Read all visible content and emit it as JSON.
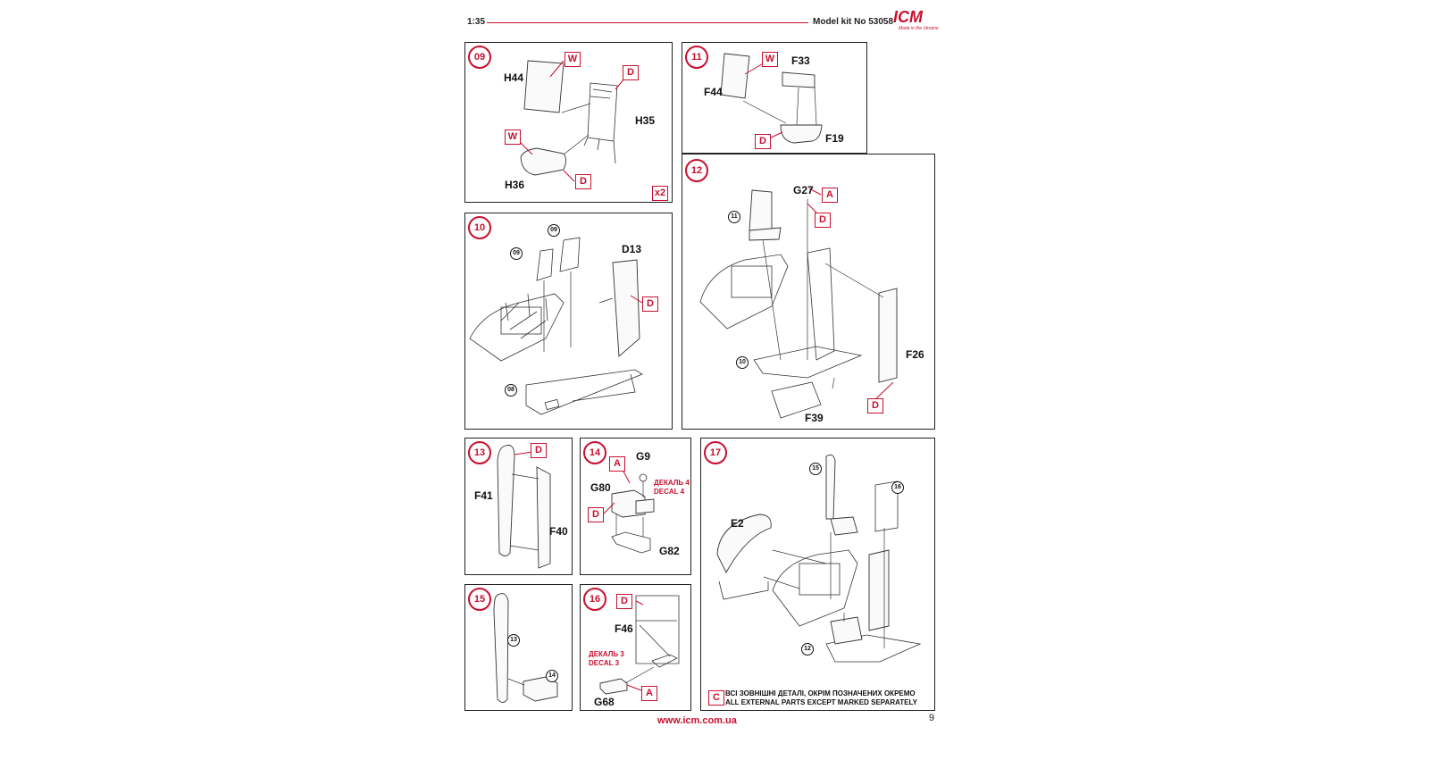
{
  "header": {
    "scale": "1:35",
    "model_kit": "Model kit No 53058",
    "logo_text": "ICM",
    "logo_tagline": "Made in the Ukraine"
  },
  "footer": {
    "website": "www.icm.com.ua",
    "page_number": "9"
  },
  "steps": {
    "s09": {
      "number": "09",
      "labels": {
        "h44": "H44",
        "h35": "H35",
        "h36": "H36"
      },
      "tags": {
        "w1": "W",
        "d1": "D",
        "w2": "W",
        "d2": "D"
      },
      "multiplier": "x2"
    },
    "s10": {
      "number": "10",
      "labels": {
        "d13": "D13"
      },
      "tags": {
        "d1": "D"
      },
      "refs": {
        "r1": "09",
        "r2": "09",
        "r3": "08"
      }
    },
    "s11": {
      "number": "11",
      "labels": {
        "f44": "F44",
        "f33": "F33",
        "f19": "F19"
      },
      "tags": {
        "w1": "W",
        "d1": "D"
      }
    },
    "s12": {
      "number": "12",
      "labels": {
        "g27": "G27",
        "f26": "F26",
        "f39": "F39"
      },
      "tags": {
        "a1": "A",
        "d1": "D",
        "d2": "D"
      },
      "refs": {
        "r1": "11",
        "r2": "10"
      }
    },
    "s13": {
      "number": "13",
      "labels": {
        "f41": "F41",
        "f40": "F40"
      },
      "tags": {
        "d1": "D"
      }
    },
    "s14": {
      "number": "14",
      "labels": {
        "g9": "G9",
        "g80": "G80",
        "g82": "G82"
      },
      "tags": {
        "a1": "A",
        "d1": "D"
      },
      "decal_ua": "ДЕКАЛЬ 4",
      "decal_en": "DECAL 4"
    },
    "s15": {
      "number": "15",
      "refs": {
        "r1": "13",
        "r2": "14"
      }
    },
    "s16": {
      "number": "16",
      "labels": {
        "f46": "F46",
        "g68": "G68"
      },
      "tags": {
        "d1": "D",
        "a1": "A"
      },
      "decal_ua": "ДЕКАЛЬ 3",
      "decal_en": "DECAL 3"
    },
    "s17": {
      "number": "17",
      "labels": {
        "e2": "E2"
      },
      "refs": {
        "r1": "15",
        "r2": "16",
        "r3": "12"
      },
      "note_tag": "C",
      "note_ua": "ВСІ ЗОВНІШНІ ДЕТАЛІ, ОКРІМ ПОЗНАЧЕНИХ ОКРЕМО",
      "note_en": "ALL EXTERNAL PARTS EXCEPT MARKED SEPARATELY"
    }
  },
  "colors": {
    "accent_red": "#c8102e",
    "line": "#222222"
  }
}
